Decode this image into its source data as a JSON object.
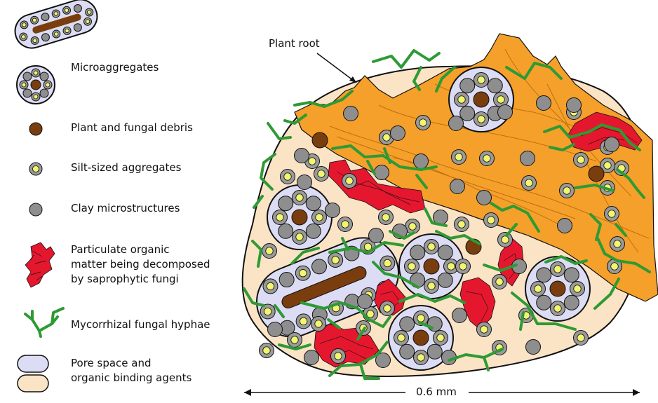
{
  "diagram": {
    "legend": [
      {
        "id": "macroaggregate",
        "label": ""
      },
      {
        "id": "microaggregates",
        "label": "Microaggregates"
      },
      {
        "id": "debris",
        "label": "Plant and fungal debris"
      },
      {
        "id": "silt",
        "label": "Silt-sized aggregates"
      },
      {
        "id": "clay",
        "label": "Clay microstructures"
      },
      {
        "id": "pom",
        "label": "Particulate organic matter being decomposed by saprophytic fungi",
        "lines": [
          "Particulate organic",
          "matter being decomposed",
          "by saprophytic fungi"
        ]
      },
      {
        "id": "hyphae",
        "label": "Mycorrhizal fungal hyphae"
      },
      {
        "id": "pore",
        "label": "Pore space and organic binding agents",
        "lines": [
          "Pore space and",
          "organic binding agents"
        ]
      }
    ],
    "root_label": "Plant root",
    "scale_label": "0.6 mm"
  },
  "colors": {
    "pore_fill": "#dcdcf4",
    "binding_fill": "#fbe3c6",
    "root_fill": "#f5a02a",
    "root_line": "#c06f10",
    "debris": "#7a3d0e",
    "silt_outer": "#9a9a9a",
    "silt_inner": "#f1f56f",
    "clay": "#8e8e8e",
    "pom": "#e5172f",
    "hyphae": "#2e9a34",
    "outline": "#111111"
  }
}
